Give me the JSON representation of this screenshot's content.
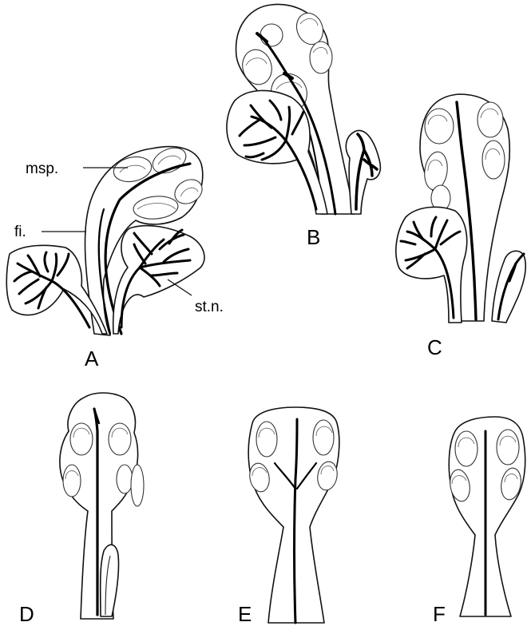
{
  "figure": {
    "panels": [
      "A",
      "B",
      "C",
      "D",
      "E",
      "F"
    ],
    "labels": {
      "microsporangium": "msp.",
      "fibrovascular": "fi.",
      "sterile_lobe": "st.n."
    }
  },
  "colors": {
    "ink": "#000000",
    "paper": "#ffffff"
  }
}
